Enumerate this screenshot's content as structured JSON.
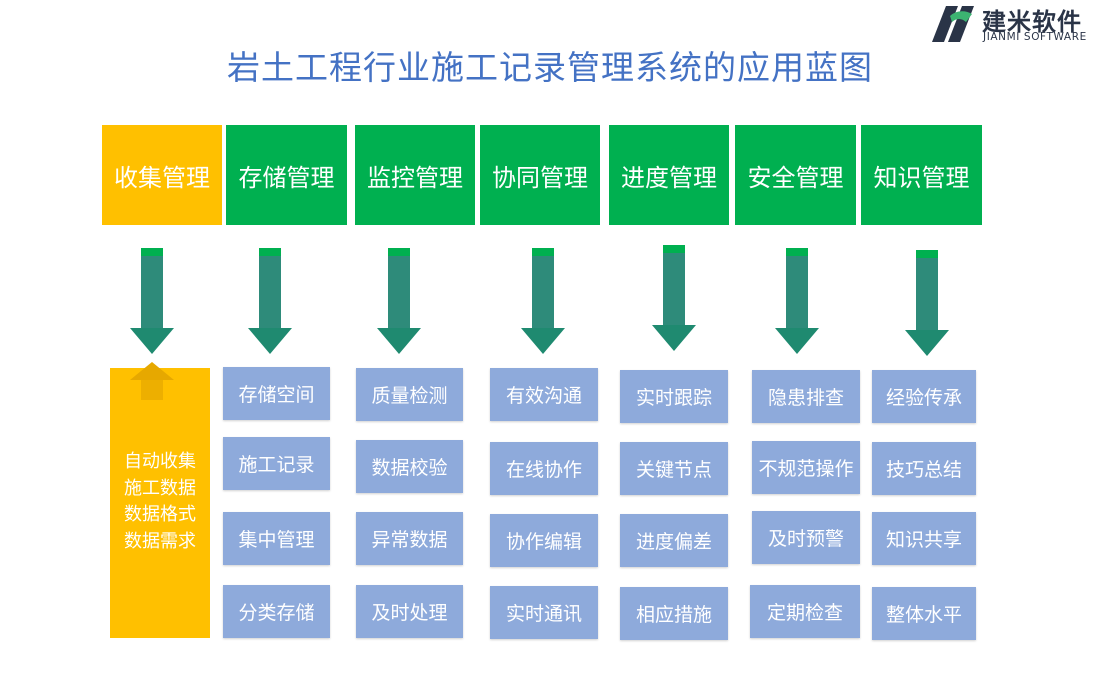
{
  "logo": {
    "name_cn": "建米软件",
    "name_en": "JIANMI SOFTWARE"
  },
  "title": "岩土工程行业施工记录管理系统的应用蓝图",
  "colors": {
    "title": "#4472c4",
    "header_green": "#00b050",
    "header_highlight": "#ffc000",
    "arrow_dark": "#2e8b7a",
    "arrow_head": "#1f8a70",
    "pill": "#8eaadb"
  },
  "columns": [
    {
      "header": "收集管理",
      "items": []
    },
    {
      "header": "存储管理",
      "items": [
        "存储空间",
        "施工记录",
        "集中管理",
        "分类存储"
      ]
    },
    {
      "header": "监控管理",
      "items": [
        "质量检测",
        "数据校验",
        "异常数据",
        "及时处理"
      ]
    },
    {
      "header": "协同管理",
      "items": [
        "有效沟通",
        "在线协作",
        "协作编辑",
        "实时通讯"
      ]
    },
    {
      "header": "进度管理",
      "items": [
        "实时跟踪",
        "关键节点",
        "进度偏差",
        "相应措施"
      ]
    },
    {
      "header": "安全管理",
      "items": [
        "隐患排查",
        "不规范操作",
        "及时预警",
        "定期检查"
      ]
    },
    {
      "header": "知识管理",
      "items": [
        "经验传承",
        "技巧总结",
        "知识共享",
        "整体水平"
      ]
    }
  ],
  "collect_box": {
    "lines": [
      "自动收集",
      "施工数据",
      "数据格式",
      "数据需求"
    ]
  }
}
